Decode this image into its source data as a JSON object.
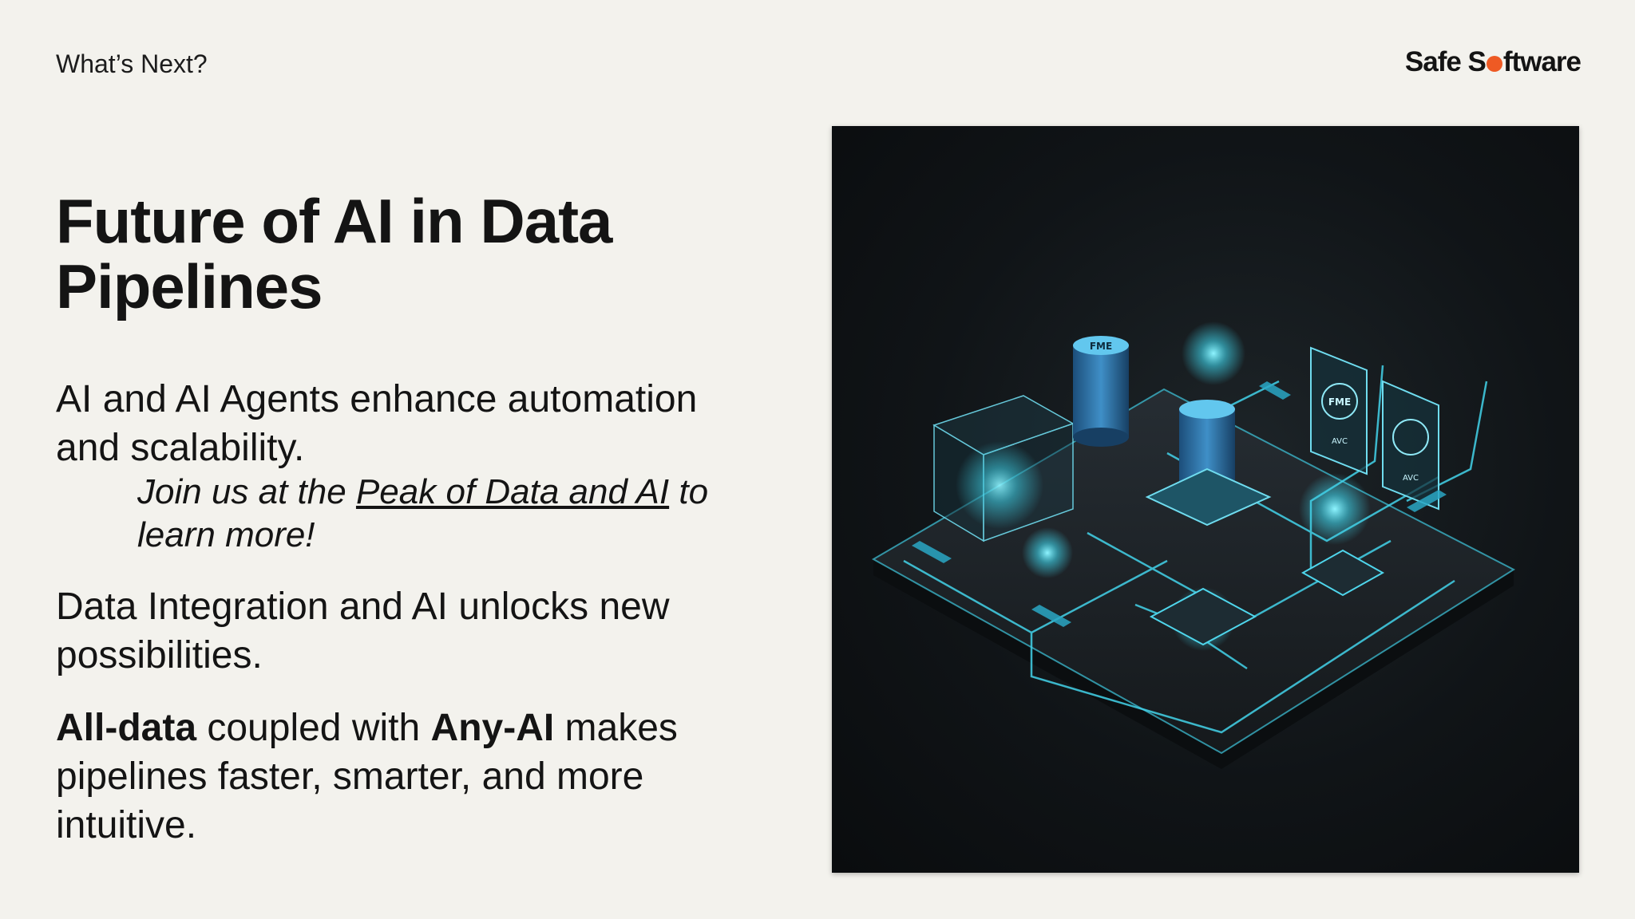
{
  "header": {
    "section_label": "What’s Next?",
    "brand": {
      "part1": "Safe S",
      "part2": "ftware",
      "accent_color": "#ee5a24"
    }
  },
  "main": {
    "title_line1": "Future of AI in Data",
    "title_line2": "Pipelines",
    "p1_line1": "AI and AI Agents enhance automation",
    "p1_line2": "and scalability.",
    "callout": {
      "prefix": "Join us at the ",
      "link_text": "Peak of Data and AI",
      "suffix": " to",
      "line2": "learn more!"
    },
    "p2_line1": "Data Integration and AI unlocks new",
    "p2_line2": "possibilities.",
    "p3": {
      "bold1": "All-data",
      "text1": " coupled with ",
      "bold2": "Any-AI",
      "text2": " makes",
      "line2": "pipelines faster, smarter, and more",
      "line3": "intuitive."
    }
  },
  "hero": {
    "glow_color": "#3fd2e8",
    "panel_labels": [
      "FME",
      "FME",
      "AVC",
      "AVC"
    ]
  }
}
